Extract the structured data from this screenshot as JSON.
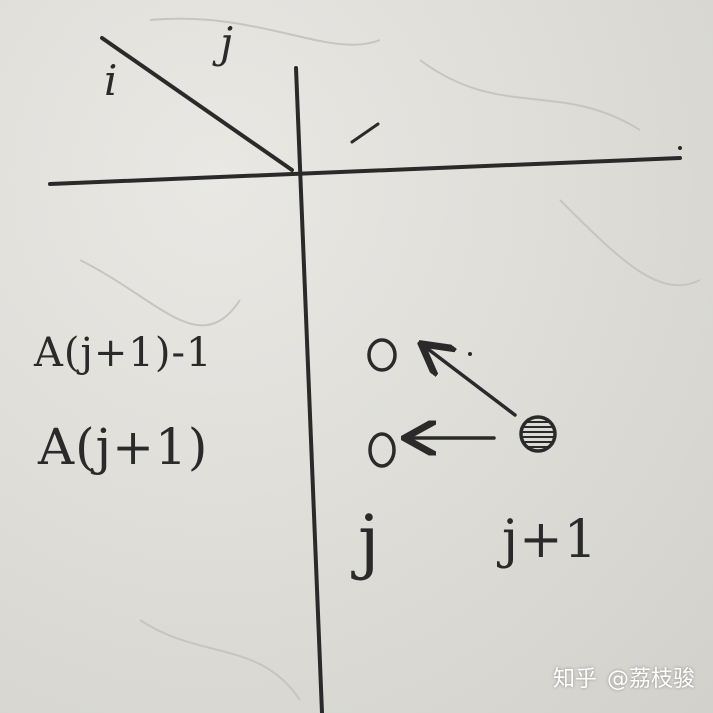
{
  "sketch": {
    "corner_row": "i",
    "corner_col": "j",
    "row_upper": "A(j+1)-1",
    "row_lower": "A(j+1)",
    "col_left": "j",
    "col_right": "j+1"
  },
  "watermark": {
    "platform": "知乎",
    "author": "@荔枝骏"
  },
  "colors": {
    "ink": "#2a2a2a",
    "paper": "#e2e1dd",
    "watermark": "#ffffff"
  }
}
